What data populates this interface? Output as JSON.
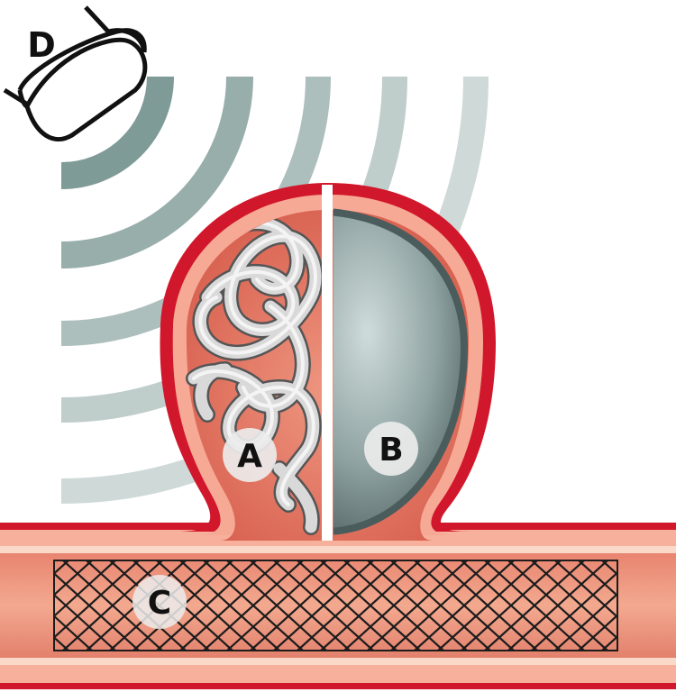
{
  "labels": {
    "a": "A",
    "b": "B",
    "c": "C",
    "d": "D"
  },
  "colors": {
    "vessel_outline": "#d1172b",
    "vessel_wall": "#f4a08d",
    "vessel_inner_light": "#fbd9c8",
    "blood": "#e57f6c",
    "waves": "#7e9b98",
    "balloon": "#5f7272",
    "coil": "#cfcfcf",
    "stent": "#1c1c1c",
    "label_disc": "#ececec"
  },
  "icons": {
    "coil": "coil-icon",
    "balloon": "balloon-icon",
    "stent": "stent-icon",
    "transducer": "ultrasound-transducer-icon"
  }
}
